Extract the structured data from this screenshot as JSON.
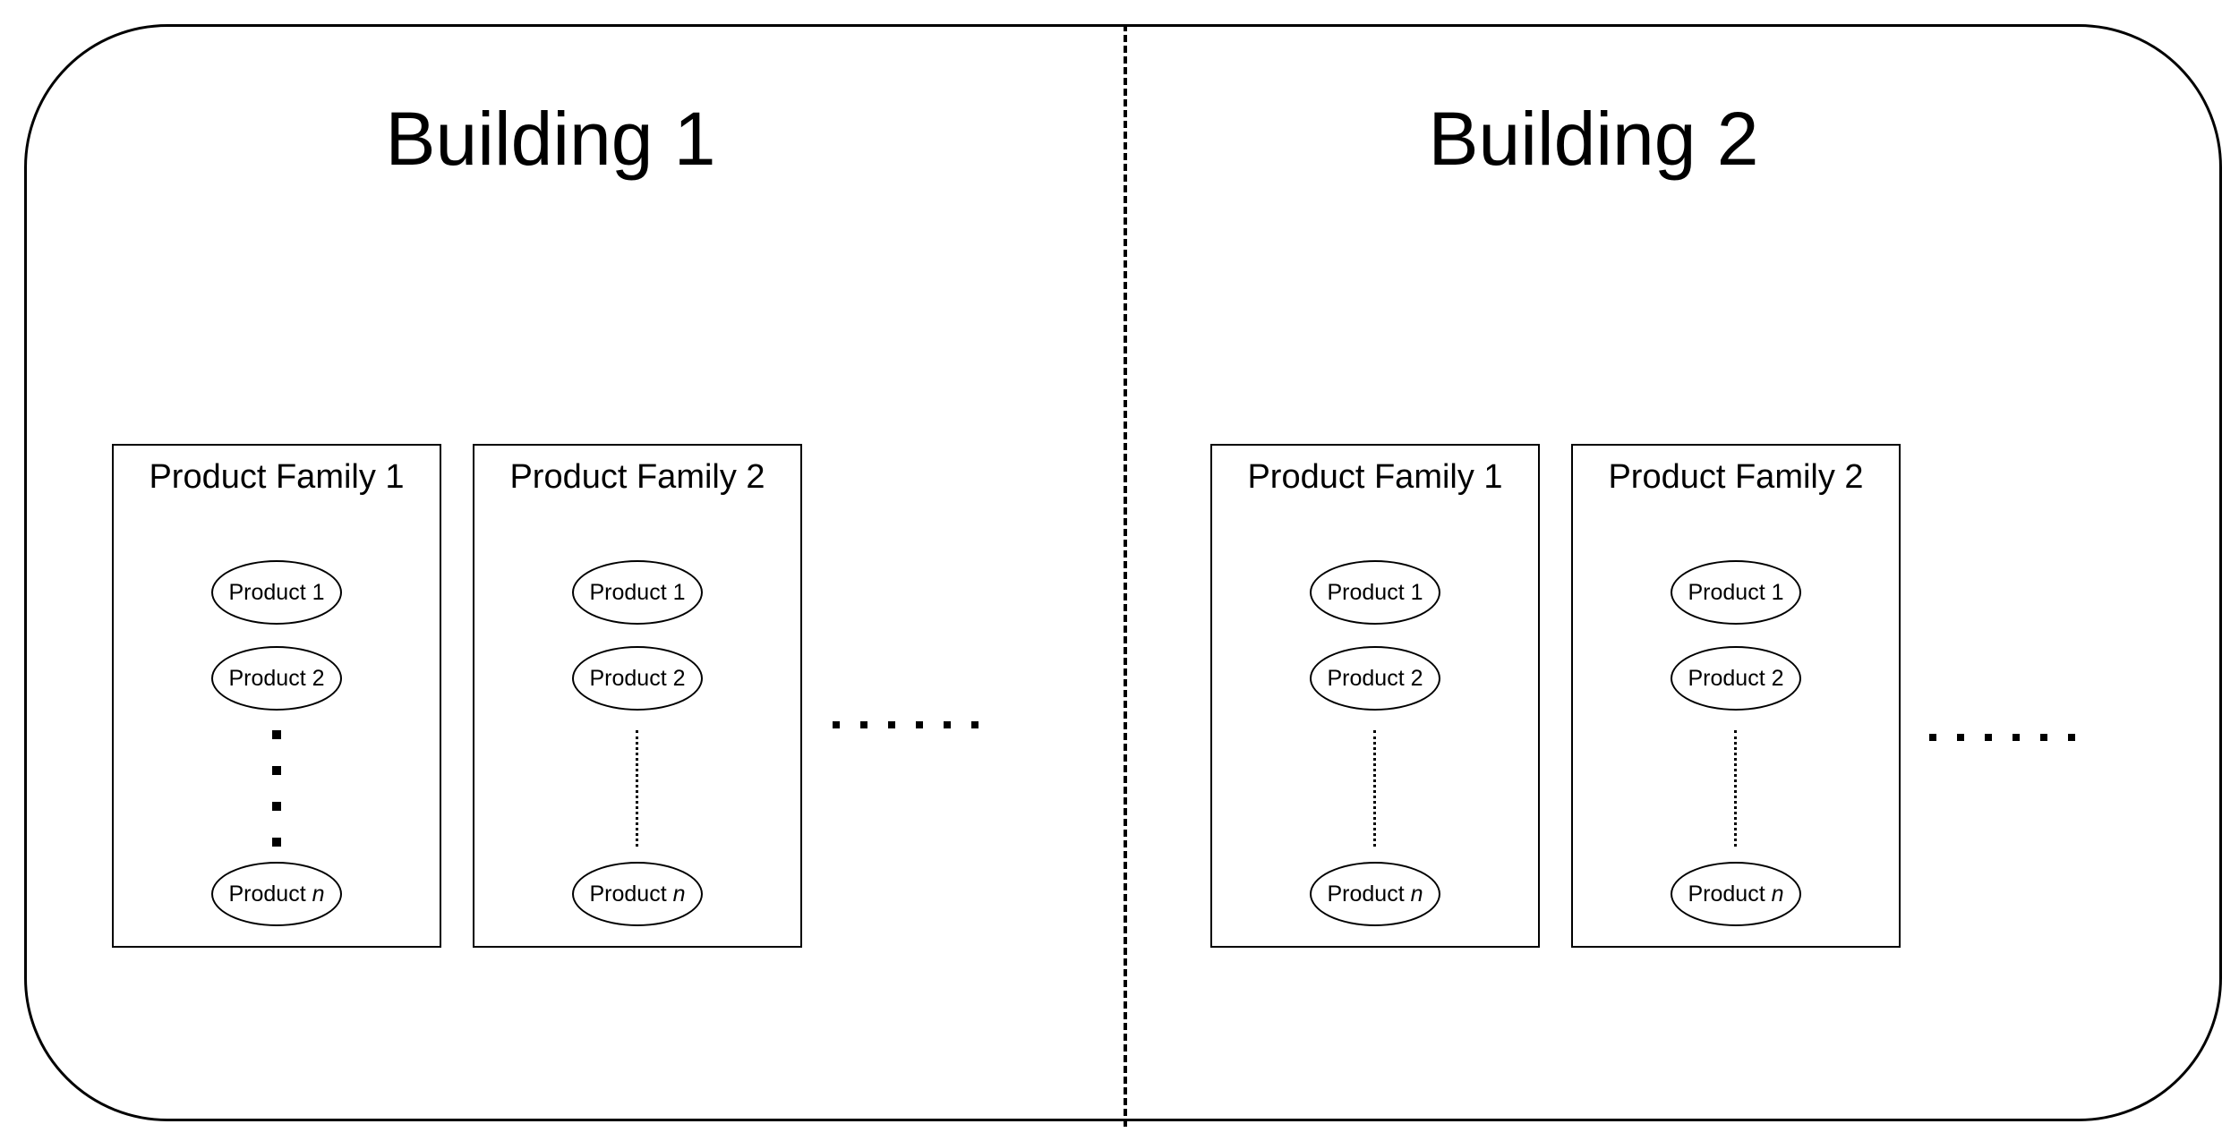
{
  "buildings": [
    {
      "title": "Building 1",
      "families": [
        {
          "title": "Product Family 1",
          "products": {
            "first": "Product 1",
            "second": "Product 2",
            "last_prefix": "Product ",
            "last_var": "n"
          }
        },
        {
          "title": "Product Family 2",
          "products": {
            "first": "Product 1",
            "second": "Product 2",
            "last_prefix": "Product ",
            "last_var": "n"
          }
        }
      ]
    },
    {
      "title": "Building 2",
      "families": [
        {
          "title": "Product Family 1",
          "products": {
            "first": "Product 1",
            "second": "Product 2",
            "last_prefix": "Product ",
            "last_var": "n"
          }
        },
        {
          "title": "Product Family 2",
          "products": {
            "first": "Product 1",
            "second": "Product 2",
            "last_prefix": "Product ",
            "last_var": "n"
          }
        }
      ]
    }
  ]
}
